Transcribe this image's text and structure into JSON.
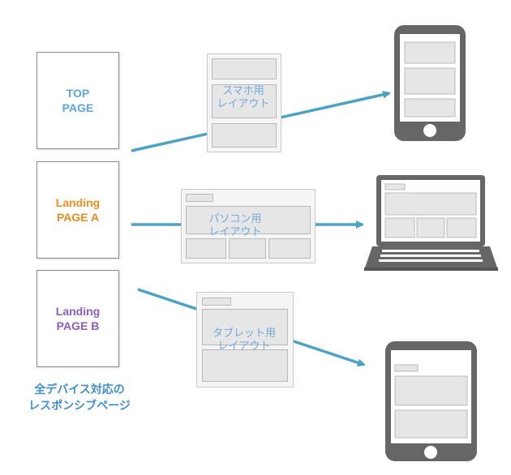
{
  "pages": {
    "top": {
      "line1": "TOP",
      "line2": "PAGE",
      "color": "#5aa6e6"
    },
    "landing_a": {
      "line1": "Landing",
      "line2": "PAGE A",
      "color": "#ef8c1f"
    },
    "landing_b": {
      "line1": "Landing",
      "line2": "PAGE B",
      "color": "#8b5cc8"
    }
  },
  "layouts": {
    "smartphone": {
      "line1": "スマホ用",
      "line2": "レイアウト"
    },
    "pc": {
      "line1": "パソコン用",
      "line2": "レイアウト"
    },
    "tablet": {
      "line1": "タブレット用",
      "line2": "レイアウト"
    }
  },
  "caption": {
    "line1": "全デバイス対応の",
    "line2": "レスポンシブページ"
  },
  "colors": {
    "arrow": "#4aa3c6",
    "device": "#666666",
    "accent_caption": "#3d8fd6"
  },
  "devices": [
    "smartphone-icon",
    "laptop-icon",
    "tablet-icon"
  ]
}
